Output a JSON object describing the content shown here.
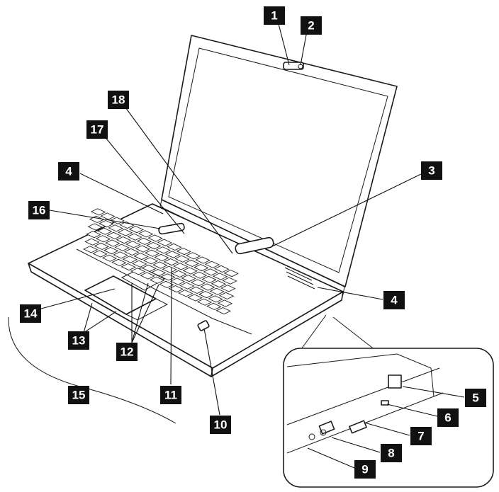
{
  "colors": {
    "ink": "#111111",
    "label_text": "#ffffff",
    "background": "#ffffff"
  },
  "callouts": [
    {
      "id": "c1",
      "label": "1"
    },
    {
      "id": "c2",
      "label": "2"
    },
    {
      "id": "c3",
      "label": "3"
    },
    {
      "id": "c4a",
      "label": "4"
    },
    {
      "id": "c4b",
      "label": "4"
    },
    {
      "id": "c5",
      "label": "5"
    },
    {
      "id": "c6",
      "label": "6"
    },
    {
      "id": "c7",
      "label": "7"
    },
    {
      "id": "c8",
      "label": "8"
    },
    {
      "id": "c9",
      "label": "9"
    },
    {
      "id": "c10",
      "label": "10"
    },
    {
      "id": "c11",
      "label": "11"
    },
    {
      "id": "c12",
      "label": "12"
    },
    {
      "id": "c13",
      "label": "13"
    },
    {
      "id": "c14",
      "label": "14"
    },
    {
      "id": "c15",
      "label": "15"
    },
    {
      "id": "c16",
      "label": "16"
    },
    {
      "id": "c17",
      "label": "17"
    },
    {
      "id": "c18",
      "label": "18"
    }
  ]
}
